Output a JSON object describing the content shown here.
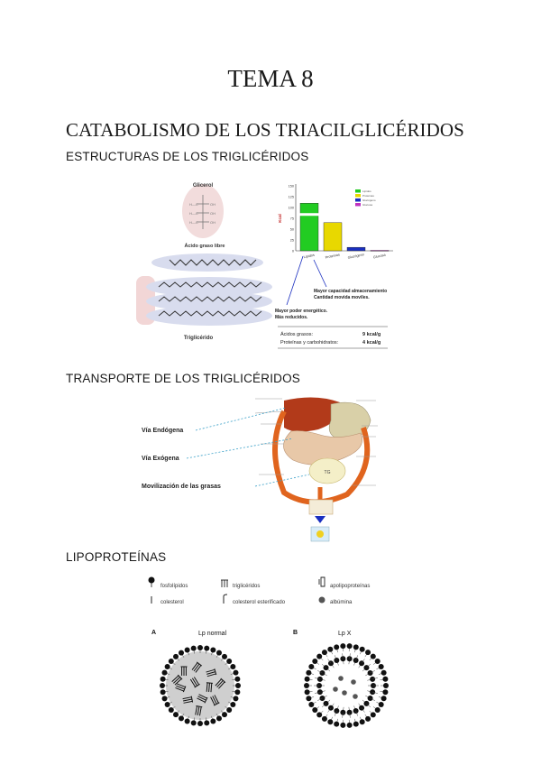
{
  "document": {
    "title": "TEMA 8",
    "heading": "CATABOLISMO DE LOS TRIACILGLICÉRIDOS",
    "sections": [
      {
        "label": "ESTRUCTURAS DE LOS TRIGLICÉRIDOS"
      },
      {
        "label": "TRANSPORTE DE LOS TRIGLICÉRIDOS"
      },
      {
        "label": "LIPOPROTEÍNAS"
      }
    ]
  },
  "fig1": {
    "glycerol_label": "Glicerol",
    "fatty_acid_label": "Ácido graso libre",
    "triglyceride_label": "Triglicérido",
    "chart_ylabel": "Kcal",
    "chart_categories": [
      "Lípidos",
      "Proteínas",
      "Glucógeno",
      "Glucosa"
    ],
    "chart_values": [
      110,
      65,
      8,
      1
    ],
    "chart_colors": [
      "#22cc22",
      "#e8d800",
      "#1a2fc0",
      "#c030c0"
    ],
    "yticks": [
      "150",
      "125",
      "100",
      "75",
      "50",
      "25",
      "0"
    ],
    "note1_line1": "Mayor capacidad almacenamiento",
    "note1_line2": "Cantidad movida moviles.",
    "note2_line1": "Mayor poder energético.",
    "note2_line2": "Más reducidos.",
    "energy_rows": [
      {
        "label": "Ácidos grasos:",
        "value": "9 kcal/g"
      },
      {
        "label": "Proteínas y carbohidratos:",
        "value": "4 kcal/g"
      }
    ]
  },
  "fig2": {
    "route1": "Vía Endógena",
    "route2": "Vía Exógena",
    "route3": "Movilización de las grasas",
    "organ_label_small": "TG"
  },
  "fig3": {
    "legend": {
      "phospholipids": "fosfolípidos",
      "triglycerides": "triglicéridos",
      "apolipoproteins": "apolipoproteínas",
      "cholesterol": "colesterol",
      "cholesterol_ester": "colesterol esterificado",
      "albumin": "albúmina"
    },
    "panel_a_letter": "A",
    "panel_a_title": "Lp normal",
    "panel_b_letter": "B",
    "panel_b_title": "Lp X"
  }
}
